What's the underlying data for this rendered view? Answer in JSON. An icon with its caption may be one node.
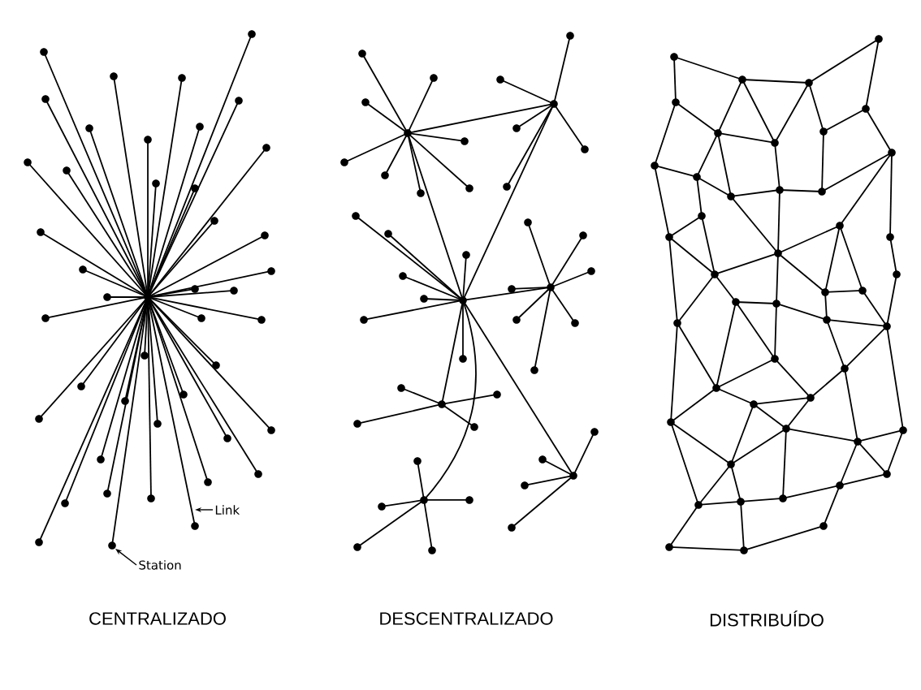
{
  "diagram": {
    "nodes": [
      {
        "text": [
          "Link"
        ]
      },
      {
        "text": [
          "Station"
        ]
      }
    ],
    "edges": [
      {
        "from": 0,
        "to": null,
        "arrow": "to"
      },
      {
        "from": 1,
        "to": null,
        "arrow": "to"
      }
    ],
    "labels": [
      "CENTRALIZADO",
      "DESCENTRALIZADO",
      "DISTRIBUÍDO"
    ]
  }
}
